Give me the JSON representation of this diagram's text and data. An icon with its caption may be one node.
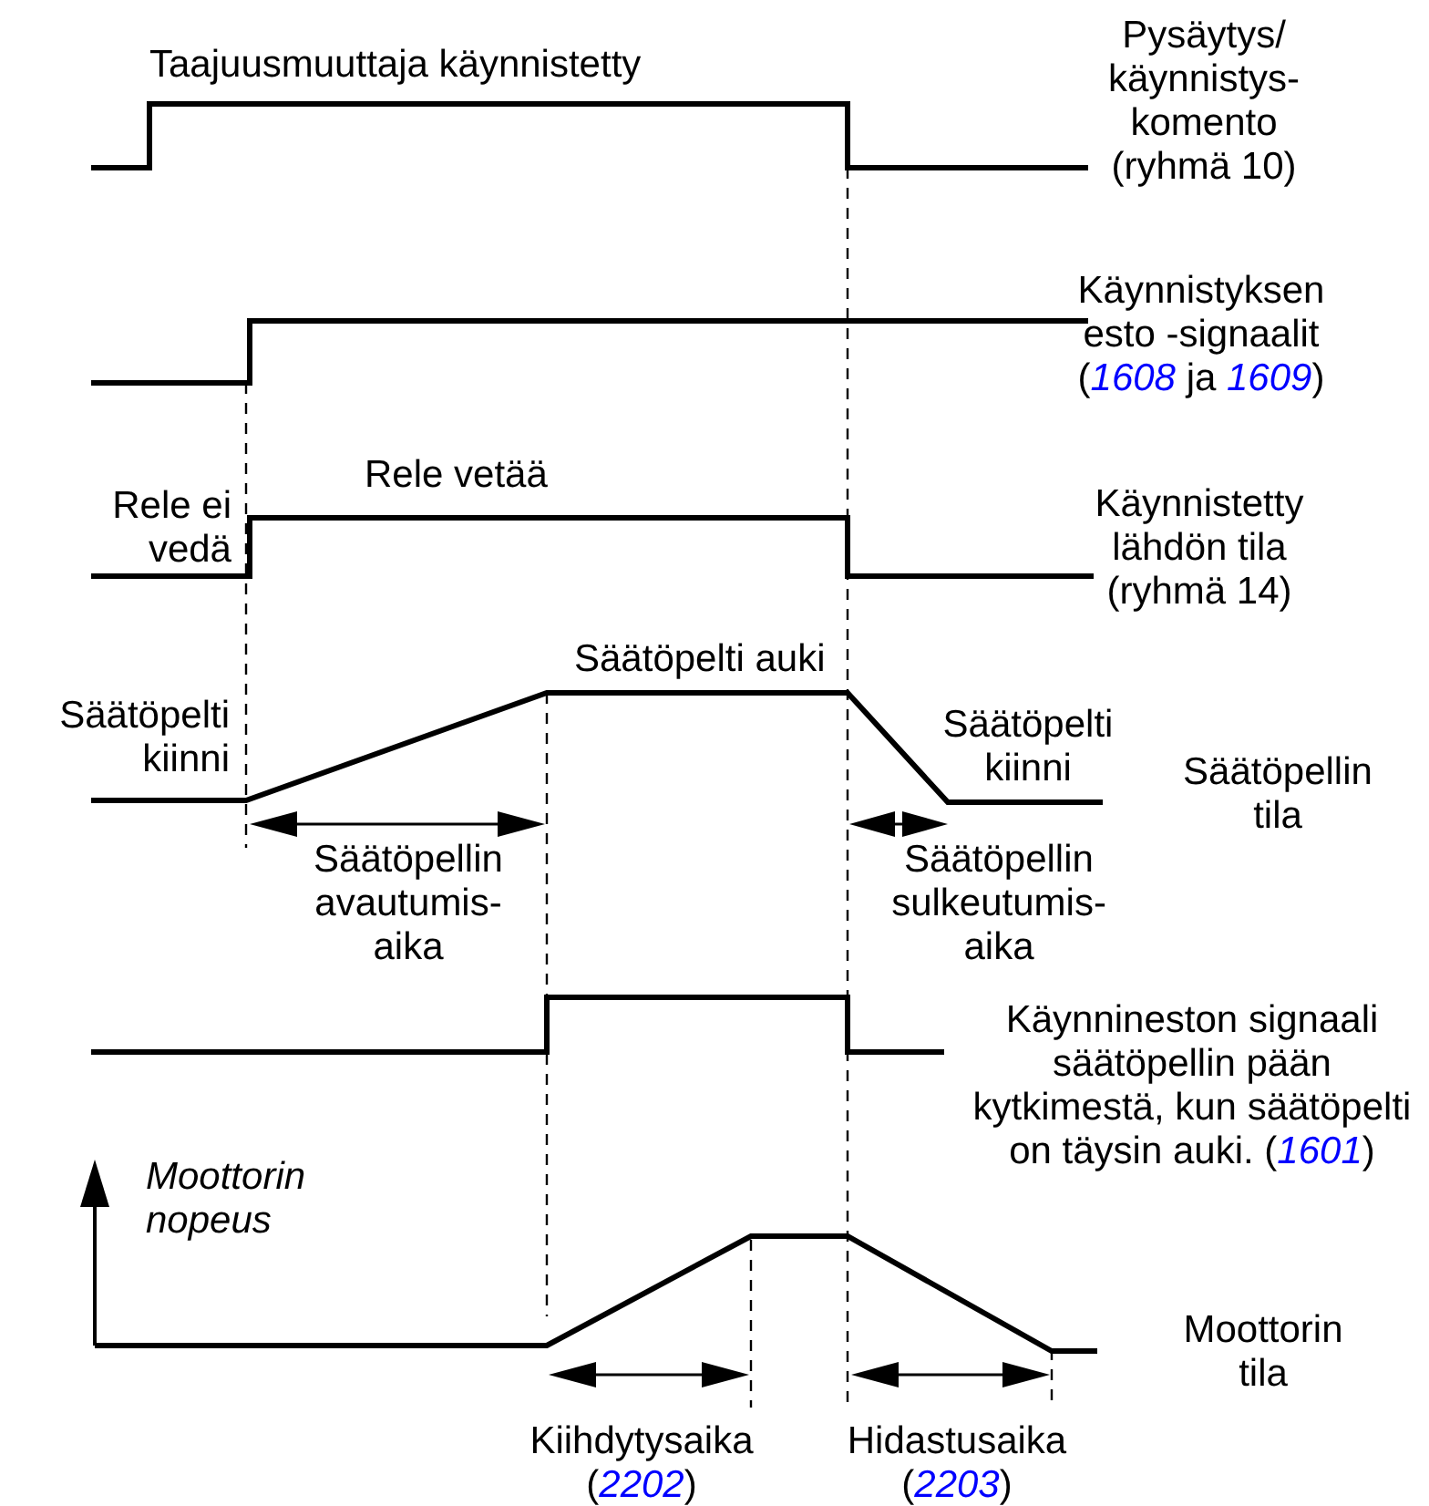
{
  "diagram": {
    "labels": [
      "Taajuusmuuttaja käynnistetty",
      "Pysäytys/ käynnistys- komento (ryhmä 10)",
      "Käynnistyksen esto -signaalit (*1608* ja *1609*)",
      "Rele ei vedä",
      "Rele vetää",
      "Käynnistetty lähdön tila (ryhmä 14)",
      "Säätöpelti auki",
      "Säätöpelti kiinni",
      "Säätöpelti kiinni",
      "Säätöpellin tila",
      "Säätöpellin avautumis- aika",
      "Säätöpellin sulkeutumis- aika",
      "Käynnineston signaali säätöpellin pään kytkimestä, kun säätöpelti on täysin auki. (*1601*)",
      "Moottorin nopeus",
      "Moottorin tila",
      "Kiihdytysaika (*2202*)",
      "Hidastusaika (*2203*)"
    ]
  }
}
